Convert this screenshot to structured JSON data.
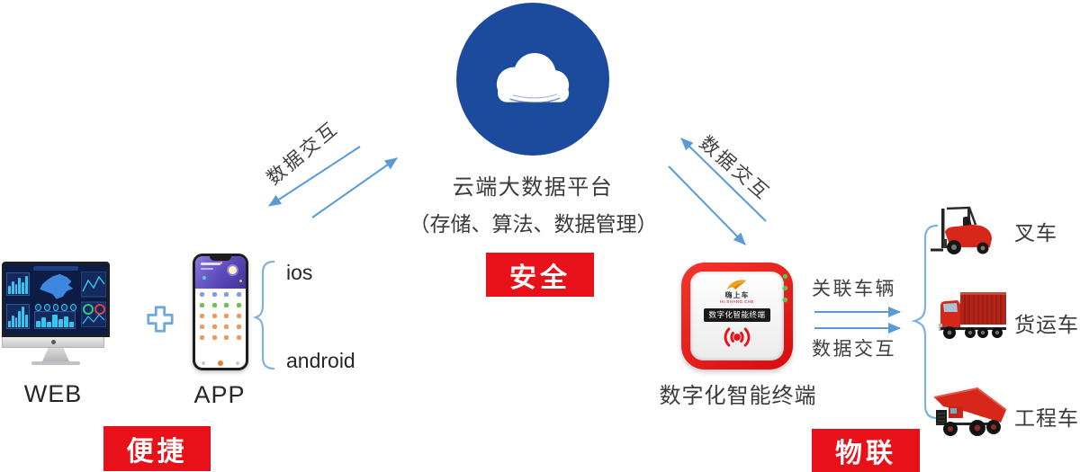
{
  "colors": {
    "cloud_blue": "#1c4b9e",
    "arrow_blue": "#5b9bd5",
    "brace_blue": "#7fb0de",
    "badge_red": "#e8111a",
    "text_dark": "#3a3a3a"
  },
  "cloud": {
    "title": "云端大数据平台",
    "subtitle": "（存储、算法、数据管理）",
    "badge": "安全"
  },
  "left": {
    "web_label": "WEB",
    "app_label": "APP",
    "ios_label": "ios",
    "android_label": "android",
    "badge": "便捷"
  },
  "links": {
    "app_cloud_label": "数据交互",
    "cloud_terminal_label": "数据交互",
    "association_label": "关联车辆",
    "data_exchange_label": "数据交互"
  },
  "terminal": {
    "brand": "嗨上车",
    "brand_sub": "HI SHANG CHE",
    "panel_label": "数字化智能终端",
    "caption": "数字化智能终端",
    "badge": "物联"
  },
  "vehicles": {
    "forklift_label": "叉车",
    "cargo_truck_label": "货运车",
    "engineering_truck_label": "工程车"
  }
}
